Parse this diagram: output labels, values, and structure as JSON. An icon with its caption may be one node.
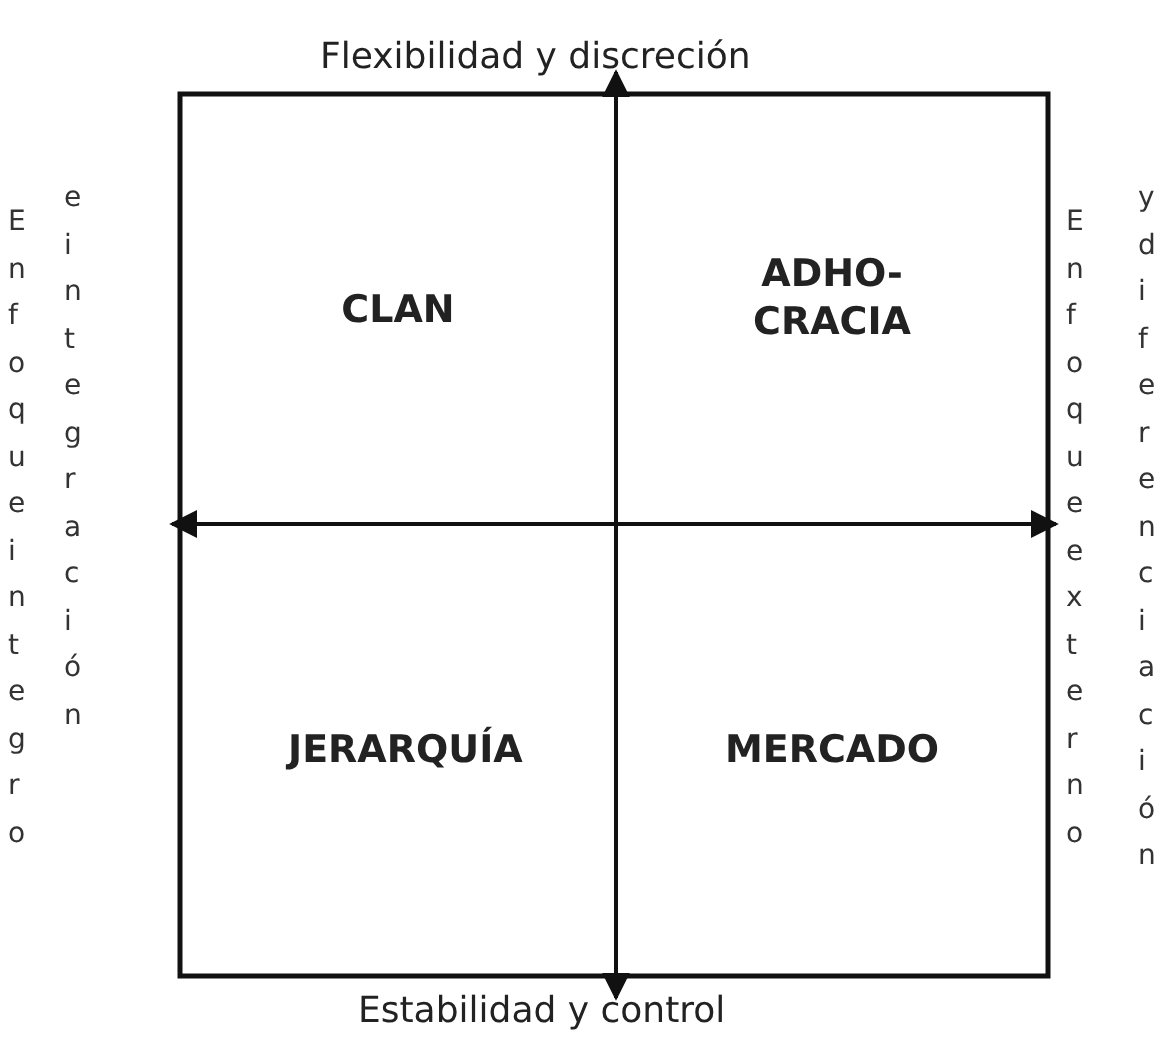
{
  "diagram": {
    "nodes": [
      {
        "text": [
          "CLAN"
        ]
      },
      {
        "text": [
          "ADHO- CRACIA"
        ]
      },
      {
        "text": [
          "JERARQUÍA"
        ]
      },
      {
        "text": [
          "MERCADO"
        ]
      }
    ],
    "edges": [],
    "labels": [
      "Flexibilidad y discreción",
      "Enfoque integro",
      "e integración",
      "Enfoque externo",
      "y diferenciación",
      "Estabilidad y control"
    ]
  }
}
